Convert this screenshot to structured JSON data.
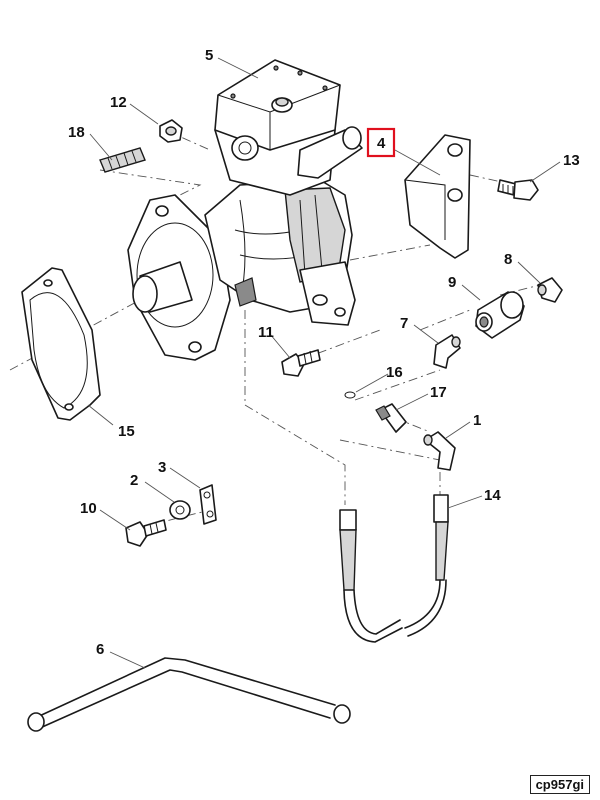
{
  "diagram": {
    "reference_code": "cp957gi",
    "highlighted_callout": "4",
    "callouts": {
      "c1": "1",
      "c2": "2",
      "c3": "3",
      "c4": "4",
      "c5": "5",
      "c6": "6",
      "c7": "7",
      "c8": "8",
      "c9": "9",
      "c10": "10",
      "c11": "11",
      "c12": "12",
      "c13": "13",
      "c14": "14",
      "c15": "15",
      "c16": "16",
      "c17": "17",
      "c18": "18"
    }
  }
}
